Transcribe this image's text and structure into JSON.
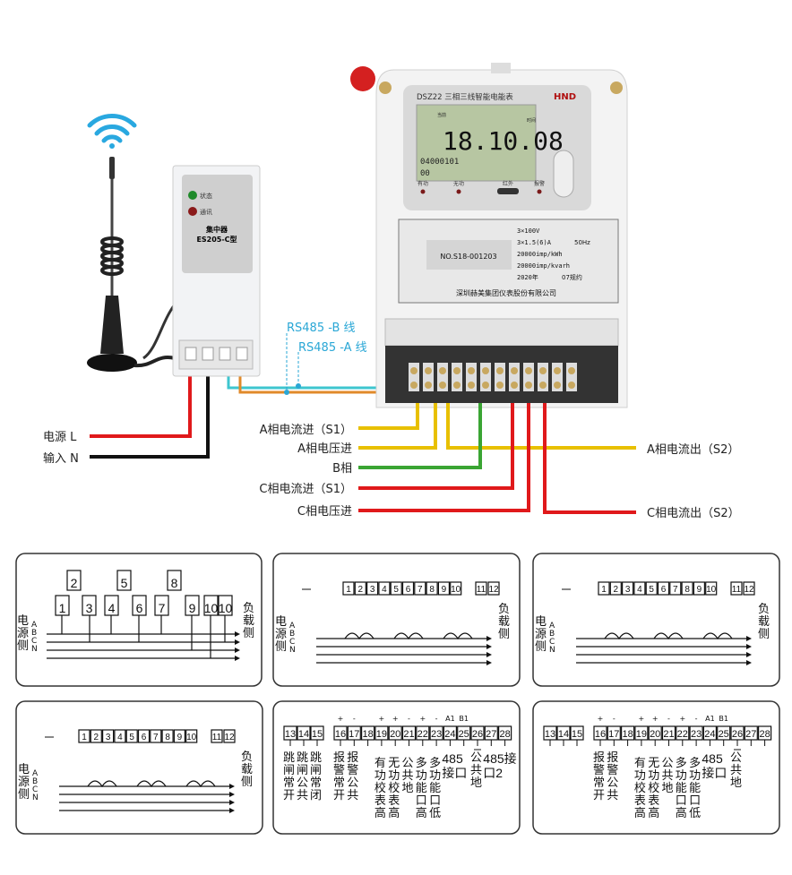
{
  "colors": {
    "phase_a": "#e8c000",
    "phase_b": "#3aa533",
    "phase_c": "#e0191b",
    "neutral": "#111111",
    "rs485_b": "#3ec6cf",
    "rs485_a": "#e08a2a",
    "label_rs485": "#2aa7d6"
  },
  "icons": [
    "wifi-icon",
    "antenna-icon",
    "screw-icon",
    "led-icon"
  ],
  "concentrator": {
    "led_status": "状态",
    "led_comm": "通讯",
    "name": "集中器",
    "model": "ES205-C型"
  },
  "meter": {
    "title": "DSZ22  三相三线智能电能表",
    "brand": "HND",
    "lcd_top_left": "当前",
    "lcd_top_right": "时间",
    "lcd_main": "18.10.08",
    "lcd_code": "04000101",
    "lcd_sub": "00",
    "indicators": [
      "有功",
      "无功",
      "红外",
      "报警"
    ],
    "serial": "NO.S18-001203",
    "specs": [
      "3×100V",
      "3×1.5(6)A",
      "20000imp/kWh",
      "20000imp/kvarh",
      "2020年"
    ],
    "specs_right": [
      "50Hz",
      "07规约"
    ],
    "company": "深圳赫美集团仪表股份有限公司"
  },
  "wiring_labels": {
    "power_l": "电源 L",
    "input_n": "输入 N",
    "rs485_b": "RS485 -B 线",
    "rs485_a": "RS485 -A 线",
    "a_current_in": "A相电流进（S1）",
    "a_voltage_in": "A相电压进",
    "b_phase": "B相",
    "c_current_in": "C相电流进（S1）",
    "c_voltage_in": "C相电压进",
    "a_current_out": "A相电流出（S2）",
    "c_current_out": "C相电流出（S2）"
  },
  "diagrams": {
    "source_side": "电源侧",
    "load_side": "负载侧",
    "phases": [
      "A",
      "B",
      "C",
      "N"
    ],
    "panel1_terminals": [
      "1",
      "2",
      "3",
      "4",
      "5",
      "6",
      "7",
      "8",
      "9",
      "10",
      "10"
    ],
    "row12": [
      "1",
      "2",
      "3",
      "4",
      "5",
      "6",
      "7",
      "8",
      "9",
      "10",
      "11",
      "12"
    ],
    "row13_28": [
      "13",
      "14",
      "15",
      "16",
      "17",
      "18",
      "19",
      "20",
      "21",
      "22",
      "23",
      "24",
      "25",
      "26",
      "27",
      "28"
    ],
    "signs": [
      "+",
      "-",
      "+",
      "+",
      "-",
      "+",
      "-",
      "A1",
      "B1"
    ],
    "aux_labels_full": [
      "跳闸常开",
      "跳闸公共",
      "跳闸常闭",
      "报警常开",
      "报警公共",
      "有功校表高",
      "无功校表高",
      "公共地",
      "多功能口高",
      "多功能口低",
      "485接口",
      "公共地",
      "485接口2"
    ],
    "aux_labels_short": [
      "报警常开",
      "报警公共",
      "有功校表高",
      "无功校表高",
      "公共地",
      "多功能口高",
      "多功能口低",
      "485接口",
      "公共地"
    ]
  }
}
